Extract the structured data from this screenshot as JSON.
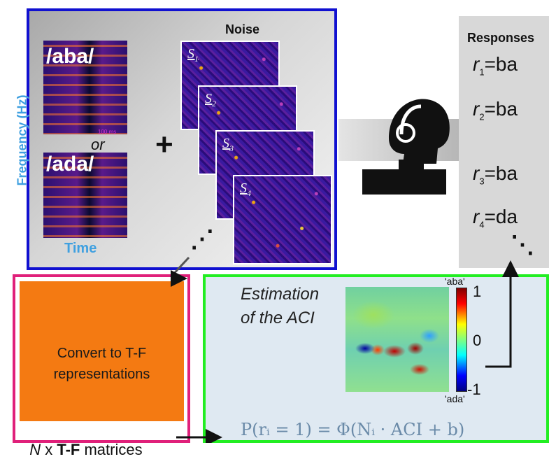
{
  "stimulus": {
    "y_axis_label": "Frequency (Hz)",
    "x_axis_label": "Time",
    "speech1": "/aba/",
    "speech2": "/ada/",
    "or": "or",
    "scale_label": "100 ms",
    "plus": "+",
    "noise_title": "Noise",
    "noise_labels": [
      {
        "s": "S",
        "sub": "1"
      },
      {
        "s": "S",
        "sub": "2"
      },
      {
        "s": "S",
        "sub": "3"
      },
      {
        "s": "S",
        "sub": "4"
      }
    ],
    "ellipsis": "⋰"
  },
  "responses": {
    "title": "Responses",
    "items": [
      {
        "r": "r",
        "sub": "1",
        "val": "=ba"
      },
      {
        "r": "r",
        "sub": "2",
        "val": "=ba"
      },
      {
        "r": "r",
        "sub": "3",
        "val": "=ba"
      },
      {
        "r": "r",
        "sub": "4",
        "val": "=da"
      }
    ],
    "ellipsis": "⋱"
  },
  "convert": {
    "line1": "Convert to T-F",
    "line2": "representations",
    "matrices_n": "N",
    "matrices_x": " x ",
    "matrices_tf": "T-F",
    "matrices_rest": " matrices"
  },
  "estimation": {
    "line1": "Estimation",
    "line2": "of the ACI",
    "cbar_top_label": "'aba'",
    "cbar_bottom_label": "'ada'",
    "cbar_max": "1",
    "cbar_mid": "0",
    "cbar_min": "-1",
    "formula": "P(rᵢ = 1) = Φ(Nᵢ · ACI + b)"
  },
  "colors": {
    "stimulus_border": "#1010d0",
    "convert_border": "#e0207a",
    "estimation_border": "#22ee22",
    "orange": "#f47a12",
    "axis_label": "#3fa0e0"
  },
  "icons": [
    "listener-with-headphones-icon"
  ]
}
